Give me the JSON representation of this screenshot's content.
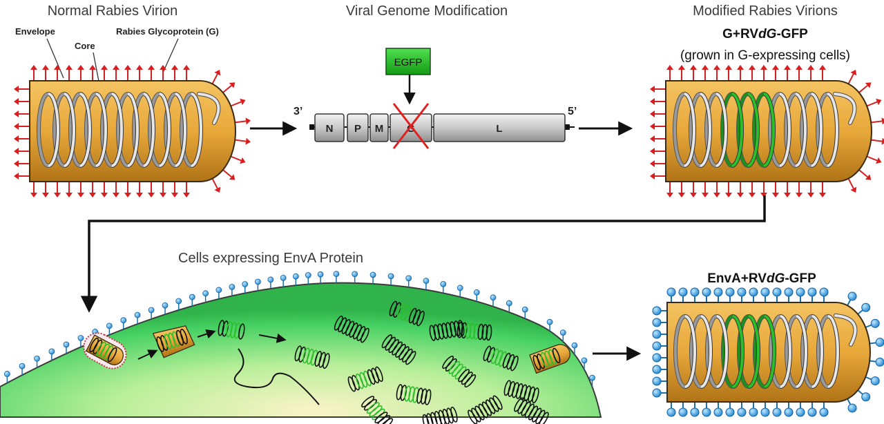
{
  "panels": {
    "normal": {
      "title": "Normal Rabies Virion"
    },
    "genome": {
      "title": "Viral Genome Modification"
    },
    "modified": {
      "title": "Modified Rabies Virions",
      "name": "G+RVdG-GFP",
      "note": "(grown in G-expressing cells)"
    },
    "cell": {
      "title": "Cells expressing EnvA Protein"
    },
    "envA": {
      "name": "EnvA+RVdG-GFP"
    }
  },
  "labels": {
    "envelope": "Envelope",
    "core": "Core",
    "glycoprotein": "Rabies Glycoprotein (G)"
  },
  "genome": {
    "end3": "3’",
    "end5": "5’",
    "insert": "EGFP",
    "genes": [
      "N",
      "P",
      "M",
      "G",
      "L"
    ],
    "deleted_gene": "G"
  },
  "colors": {
    "envelope": "#e8a83a",
    "spike_red": "#d81e1e",
    "gfp_green": "#2bbf2b",
    "envA_blue": "#3aa6e6",
    "cell_green": "#3ccf5a"
  }
}
